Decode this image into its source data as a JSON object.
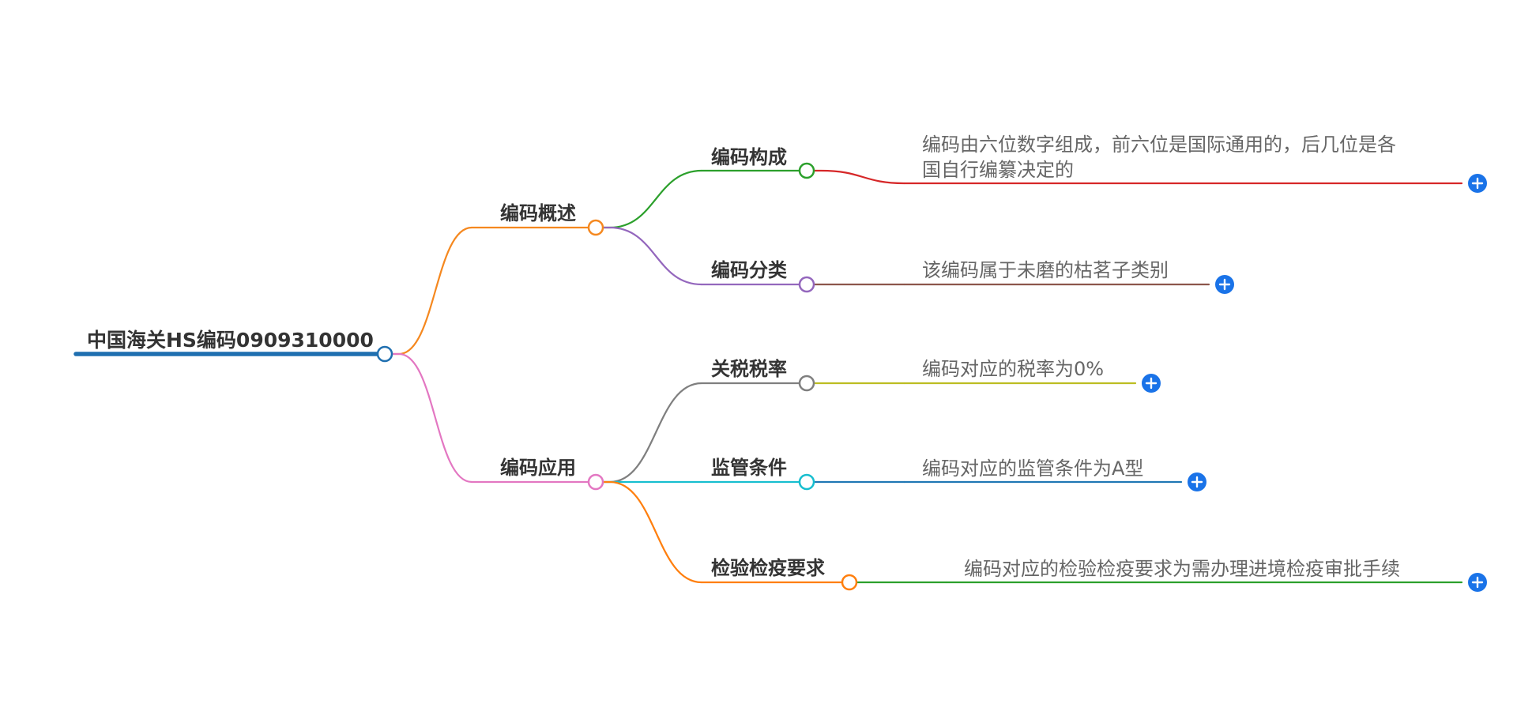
{
  "mindmap": {
    "root": {
      "label": "中国海关HS编码0909310000",
      "color": "#1f6fb0"
    },
    "branches": [
      {
        "label": "编码概述",
        "color": "#f5881f",
        "children": [
          {
            "label": "编码构成",
            "color": "#2ca02c",
            "detail_lines": [
              "编码由六位数字组成，前六位是国际通用的，后几位是各",
              "国自行编纂决定的"
            ],
            "detail_color": "#d62728"
          },
          {
            "label": "编码分类",
            "color": "#9467bd",
            "detail_lines": [
              "该编码属于未磨的枯茗子类别"
            ],
            "detail_color": "#8c564b"
          }
        ]
      },
      {
        "label": "编码应用",
        "color": "#e377c2",
        "children": [
          {
            "label": "关税税率",
            "color": "#7f7f7f",
            "detail_lines": [
              "编码对应的税率为0%"
            ],
            "detail_color": "#bcbd22"
          },
          {
            "label": "监管条件",
            "color": "#17becf",
            "detail_lines": [
              "编码对应的监管条件为A型"
            ],
            "detail_color": "#1f77b4"
          },
          {
            "label": "检验检疫要求",
            "color": "#ff7f0e",
            "detail_lines": [
              "编码对应的检验检疫要求为需办理进境检疫审批手续"
            ],
            "detail_color": "#2ca02c"
          }
        ]
      }
    ],
    "expand_button_color": "#1a73e8",
    "expand_icon": "plus-icon"
  }
}
